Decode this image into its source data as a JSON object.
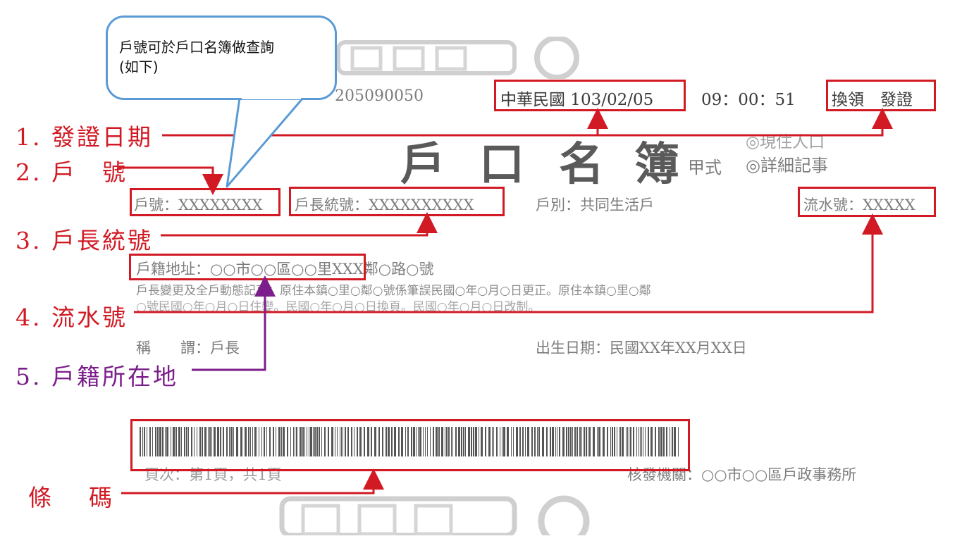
{
  "callout": {
    "line1": "戶號可於戶口名簿做查詢",
    "line2": "(如下)"
  },
  "document": {
    "serial_partial": "205090050",
    "issue_date": "中華民國 103/02/05",
    "issue_time": "09：00：51",
    "issue_type": "換領　發證",
    "title_chars": [
      "戶",
      "口",
      "名",
      "簿"
    ],
    "form_type": "甲式",
    "option_residents": "◎現住人口",
    "option_details": "◎詳細記事",
    "household_no": "戶號：XXXXXXXX",
    "head_id": "戶長統號：XXXXXXXXXX",
    "household_type": "戶別：共同生活戶",
    "flow_no": "流水號：XXXXX",
    "address": "戶籍地址：○○市○○區○○里XXX鄰○路○號",
    "history_line1": "戶長變更及全戶動態記事：原住本鎮○里○鄰○號係筆誤民國○年○月○日更正。原住本鎮○里○鄰",
    "history_line2": "○號民國○年○月○日住變。民國○年○月○日換頁。民國○年○月○日改制。",
    "relation": "稱　　謂：戶長",
    "birth_date": "出生日期：民國XX年XX月XX日",
    "page_info": "頁次：第1頁，共1頁",
    "issuing_office": "核發機關：○○市○○區戶政事務所"
  },
  "labels": {
    "issue_date": "1. 發證日期",
    "household_no": "2. 戶　號",
    "head_id": "3. 戶長統號",
    "flow_no": "4. 流水號",
    "registry": "5. 戶籍所在地",
    "barcode": "條　碼"
  },
  "colors": {
    "annotation_red": "#d11a24",
    "annotation_purple": "#7b1d8a",
    "callout_border": "#5b9bd5"
  }
}
